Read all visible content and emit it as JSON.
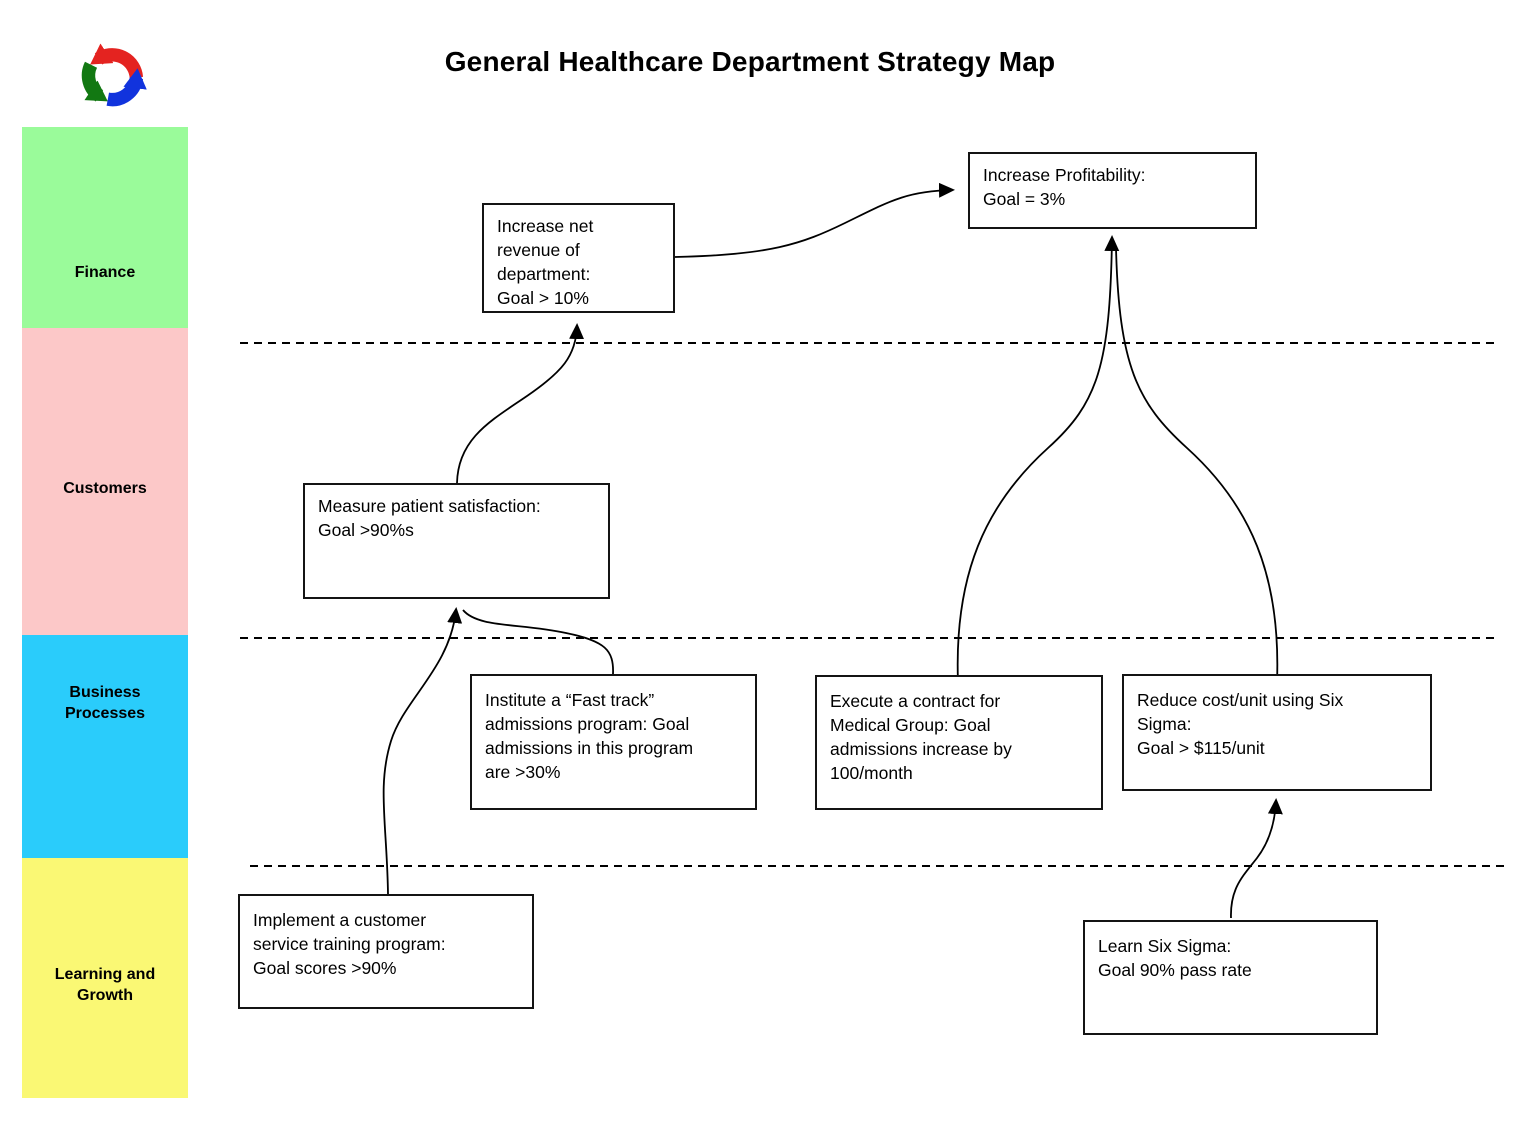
{
  "title": "General Healthcare Department Strategy Map",
  "logo": {
    "icon": "cycle-arrows-logo",
    "red": "#E42320",
    "green": "#127812",
    "blue": "#1133DD"
  },
  "perspectives": [
    {
      "label": "Finance",
      "color": "#9AFB9A"
    },
    {
      "label": "Customers",
      "color": "#FCC8C8"
    },
    {
      "label": "Business\nProcesses",
      "color": "#2ACCFB"
    },
    {
      "label": "Learning and\nGrowth",
      "color": "#FAF874"
    }
  ],
  "boxes": [
    {
      "id": "increase-net-revenue",
      "text": "Increase net\nrevenue of\ndepartment:\nGoal > 10%"
    },
    {
      "id": "increase-profitability",
      "text": "Increase Profitability:\nGoal = 3%"
    },
    {
      "id": "measure-patient-satisfaction",
      "text": "Measure patient satisfaction:\nGoal >90%s"
    },
    {
      "id": "institute-fast-track",
      "text": "Institute a “Fast track”\nadmissions program:  Goal\nadmissions in this program\nare >30%"
    },
    {
      "id": "execute-contract",
      "text": "Execute a contract for\nMedical Group:  Goal\nadmissions increase by\n100/month"
    },
    {
      "id": "reduce-cost-unit",
      "text": "Reduce cost/unit using Six\nSigma:\nGoal > $115/unit"
    },
    {
      "id": "implement-training",
      "text": "Implement a customer\nservice training program:\nGoal scores >90%"
    },
    {
      "id": "learn-six-sigma",
      "text": "Learn Six Sigma:\nGoal 90% pass rate"
    }
  ],
  "edges": [
    {
      "from": "increase-net-revenue",
      "to": "increase-profitability"
    },
    {
      "from": "measure-patient-satisfaction",
      "to": "increase-net-revenue"
    },
    {
      "from": "institute-fast-track",
      "to": "measure-patient-satisfaction"
    },
    {
      "from": "implement-training",
      "to": "measure-patient-satisfaction"
    },
    {
      "from": "execute-contract",
      "to": "increase-profitability"
    },
    {
      "from": "reduce-cost-unit",
      "to": "increase-profitability"
    },
    {
      "from": "learn-six-sigma",
      "to": "reduce-cost-unit"
    }
  ]
}
